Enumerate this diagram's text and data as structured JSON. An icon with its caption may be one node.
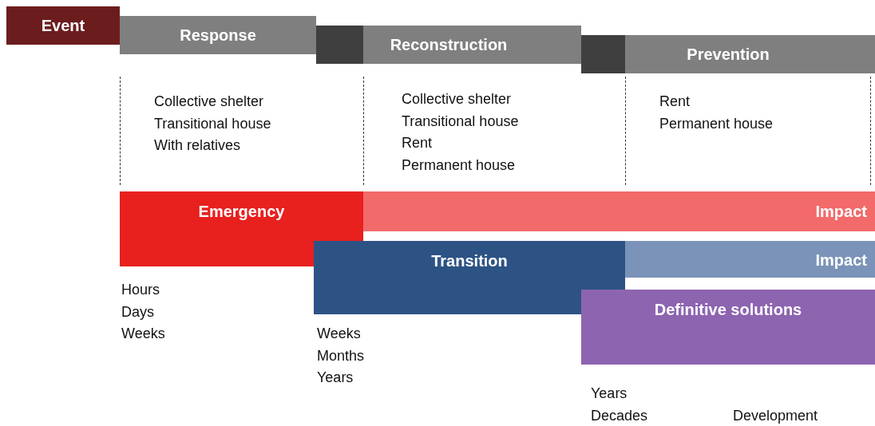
{
  "diagram": {
    "nodes": [
      {
        "text": [
          "Event"
        ]
      },
      {
        "text": [
          "Response"
        ],
        "beside": [
          "Collective shelter",
          "Transitional house",
          "With relatives"
        ]
      },
      {
        "text": [
          "Reconstruction"
        ],
        "beside": [
          "Collective shelter",
          "Transitional house",
          "Rent",
          "Permanent house"
        ]
      },
      {
        "text": [
          "Prevention"
        ],
        "beside": [
          "Rent",
          "Permanent house"
        ]
      },
      {
        "text": [
          "Emergency"
        ],
        "beside": [
          "Hours",
          "Days",
          "Weeks"
        ]
      },
      {
        "text": [
          "Impact"
        ]
      },
      {
        "text": [
          "Transition"
        ],
        "beside": [
          "Weeks",
          "Months",
          "Years"
        ]
      },
      {
        "text": [
          "Impact"
        ]
      },
      {
        "text": [
          "Definitive solutions"
        ],
        "beside": [
          "Years",
          "Decades"
        ]
      }
    ],
    "labels": [
      "Development"
    ]
  }
}
